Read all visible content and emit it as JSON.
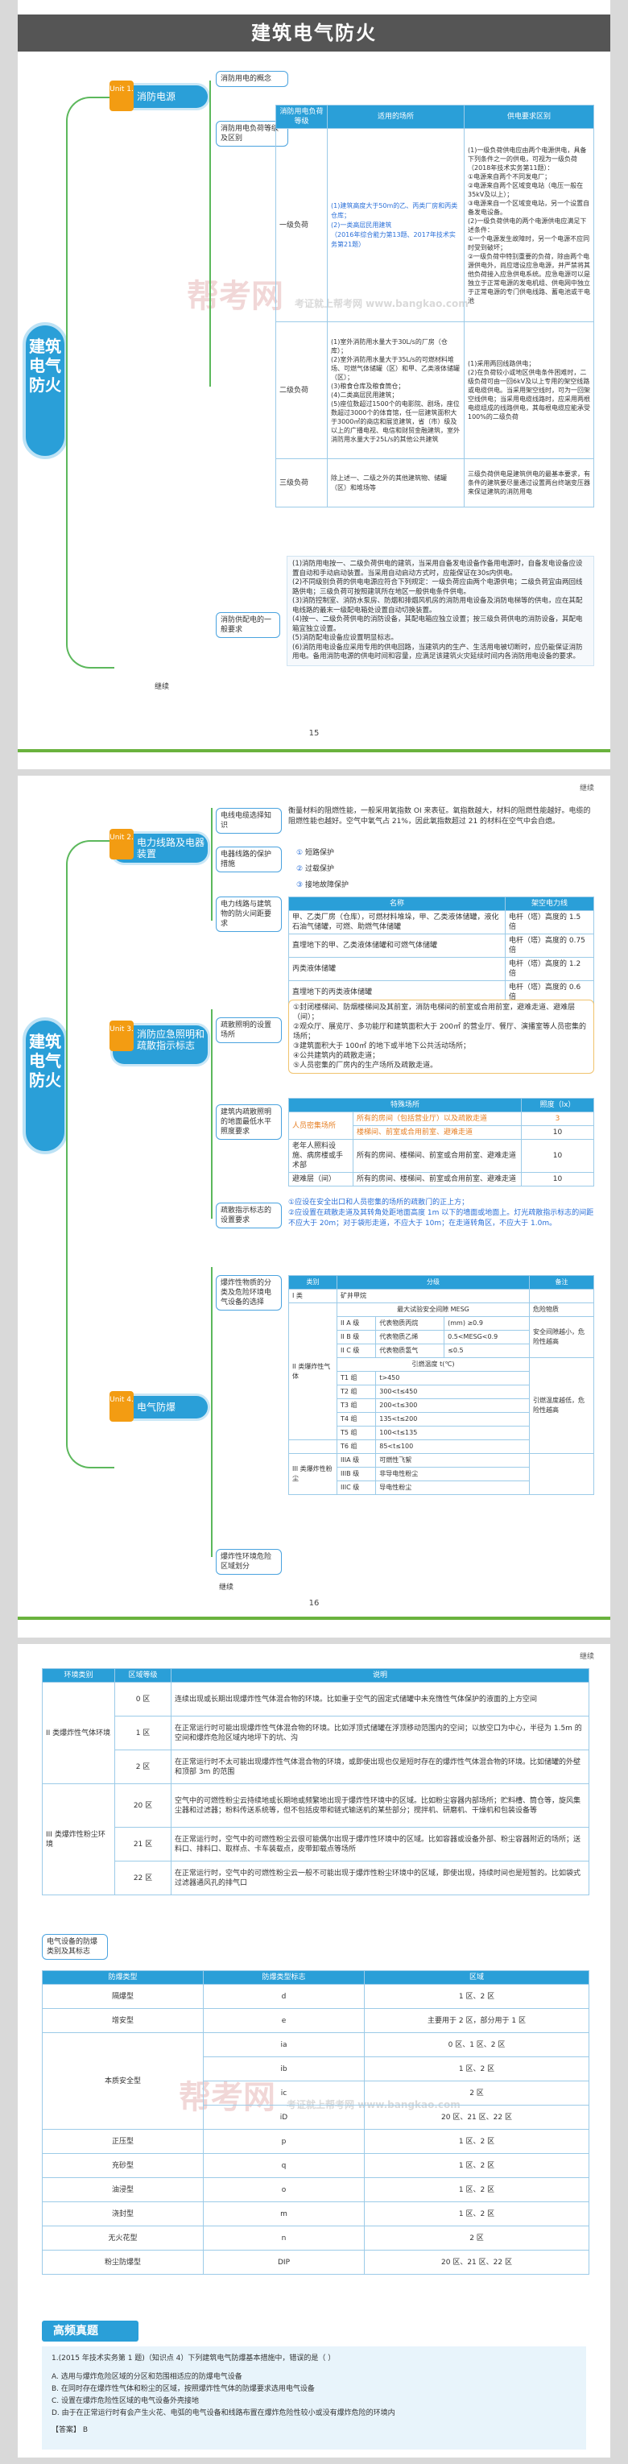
{
  "page1": {
    "title": "建筑电气防火",
    "category": "建筑电气防火",
    "node1": {
      "num": "Unit 1.",
      "label": "消防电源"
    },
    "sub1": "消防用电的概念",
    "sub2": "消防用电负荷等级及区别",
    "table_headers": [
      "消防用电负荷等级",
      "适用的场所",
      "供电要求区别"
    ],
    "rows": [
      {
        "level": "一级负荷",
        "places": "(1)建筑高度大于50m的乙、丙类厂房和丙类仓库；\n(2)一类高层民用建筑\n（2016年综合能力第13题、2017年技术实务第21题）",
        "req": "(1)一级负荷供电应由两个电源供电，具备下列条件之一的供电，可视为一级负荷（2018年技术实务第11题）：\n①电源来自两个不同发电厂；\n②电源来自两个区域变电站（电压一般在35kV及以上）；\n③电源来自一个区域变电站，另一个设置自备发电设备。\n(2)一级负荷供电的两个电源供电应满足下述条件：\n①一个电源发生故障时，另一个电源不应同时受到破坏；\n②一级负荷中特别重要的负荷，除由两个电源供电外，尚应增设应急电源，并严禁将其他负荷接入应急供电系统。应急电源可以是独立于正常电源的发电机组、供电网中独立于正常电源的专门供电线路、蓄电池或干电池"
      },
      {
        "level": "二级负荷",
        "places": "(1)室外消防用水量大于30L/s的厂房（仓库）；\n(2)室外消防用水量大于35L/s的可燃材料堆场、可燃气体储罐（区）和甲、乙类液体储罐（区）；\n(3)粮食仓库及粮食筒仓；\n(4)二类高层民用建筑；\n(5)座位数超过1500个的电影院、剧场，座位数超过3000个的体育馆，任一层建筑面积大于3000㎡的商店和展览建筑，省（市）级及以上的广播电视、电信和财贸金融建筑，室外消防用水量大于25L/s的其他公共建筑",
        "req": "(1)采用两回线路供电；\n(2)在负荷较小或地区供电条件困难时，二级负荷可由一回6kV及以上专用的架空线路或电缆供电。当采用架空线时，可为一回架空线供电；当采用电缆线路时，应采用两根电缆组成的线路供电，其每根电缆应能承受100%的二级负荷"
      },
      {
        "level": "三级负荷",
        "places": "除上述一、二级之外的其他建筑物、储罐（区）和堆场等",
        "req": "三级负荷供电是建筑供电的最基本要求，有条件的建筑要尽量通过设置两台终端变压器来保证建筑的消防用电"
      }
    ],
    "sub3": "消防供配电的一般要求",
    "notes": "(1)消防用电按一、二级负荷供电的建筑，当采用自备发电设备作备用电源时，自备发电设备应设置自动和手动启动装置。当采用自动启动方式时，应能保证在30s内供电。\n(2)不同级别负荷的供电电源应符合下列规定：一级负荷应由两个电源供电；二级负荷宜由两回线路供电；三级负荷可按照建筑所在地区一般供电条件供电。\n(3)消防控制室、消防水泵房、防烟和排烟风机房的消防用电设备及消防电梯等的供电，应在其配电线路的最末一级配电箱处设置自动切换装置。\n(4)按一、二级负荷供电的消防设备，其配电箱应独立设置；按三级负荷供电的消防设备，其配电箱宜独立设置。\n(5)消防配电设备应设置明显标志。\n(6)消防用电设备应采用专用的供电回路，当建筑内的生产、生活用电被切断时，应仍能保证消防用电。备用消防电源的供电时间和容量，应满足该建筑火灾延续时间内各消防用电设备的要求。",
    "end_label": "继续",
    "page_no": "15",
    "watermark": "帮考网",
    "watermark_sub": "考证就上帮考网 www.bangkao.com"
  },
  "page2": {
    "header_right": "继续",
    "category": "建筑电气防火",
    "node2": {
      "num": "Unit 2.",
      "label": "电力线路及电器装置"
    },
    "node3": {
      "num": "Unit 3.",
      "label": "消防应急照明和疏散指示标志"
    },
    "node4": {
      "num": "Unit 4.",
      "label": "电气防爆"
    },
    "b1": "电线电缆选择知识",
    "b1_text": "衡量材料的阻燃性能，一般采用氧指数 OI 来表征。氧指数越大，材料的阻燃性能越好。电缆的阻燃性能也越好。空气中氧气占 21%，因此氧指数超过 21 的材料在空气中会自熄。",
    "b2": "电器线路的保护措施",
    "b2_items": [
      "短路保护",
      "过载保护",
      "接地故障保护"
    ],
    "b3": "电力线路与建筑物的防火间距要求",
    "dist_headers": [
      "名称",
      "架空电力线"
    ],
    "dist_rows": [
      {
        "name": "甲、乙类厂房（仓库），可燃材料堆垛，甲、乙类液体储罐，液化石油气储罐，可燃、助燃气体储罐",
        "val": "电杆（塔）高度的 1.5 倍"
      },
      {
        "name": "直埋地下的甲、乙类液体储罐和可燃气体储罐",
        "val": "电杆（塔）高度的 0.75 倍"
      },
      {
        "name": "丙类液体储罐",
        "val": "电杆（塔）高度的 1.2 倍"
      },
      {
        "name": "直埋地下的丙类液体储罐",
        "val": "电杆（塔）高度的 0.6 倍"
      }
    ],
    "e1": "疏散照明的设置场所",
    "e1_text": "①封闭楼梯间、防烟楼梯间及其前室，消防电梯间的前室或合用前室，避难走道、避难层（间）；\n②观众厅、展览厅、多功能厅和建筑面积大于 200㎡ 的营业厅、餐厅、演播室等人员密集的场所；\n③建筑面积大于 100㎡ 的地下或半地下公共活动场所；\n④公共建筑内的疏散走道；\n⑤人员密集的厂房内的生产场所及疏散走道。",
    "e2": "建筑内疏散照明的地面最低水平照度要求",
    "illum_headers": [
      "特殊场所",
      "照度（lx）"
    ],
    "illum_rows": [
      {
        "cat": "人员密集场所",
        "place": "所有的房间（包括营业厅）以及疏散走道",
        "val": "3"
      },
      {
        "cat": "",
        "place": "楼梯间、前室或合用前室、避难走道",
        "val": "10"
      },
      {
        "cat": "老年人照料设施、病房楼或手术部",
        "place": "所有的房间、楼梯间、前室或合用前室、避难走道",
        "val": "10"
      },
      {
        "cat": "避难层（间）",
        "place": "所有的房间、楼梯间、前室或合用前室、避难走道",
        "val": "10"
      }
    ],
    "e3": "疏散指示标志的设置要求",
    "e3_text": "①应设在安全出口和人员密集的场所的疏散门的正上方；\n②应设置在疏散走道及其转角处距地面高度 1m 以下的墙面或地面上。灯光疏散指示标志的间距不应大于 20m；对于袋形走道，不应大于 10m；在走道转角区，不应大于 1.0m。",
    "x1": "爆炸性物质的分类及危险环境电气设备的选择",
    "x2": "爆炸性环境危险区域划分",
    "cls_headers": [
      "类别",
      "分级",
      "备注"
    ],
    "class1": "I 类",
    "class1_val": "矿井甲烷",
    "class2": "II 类爆炸性气体",
    "class2_rows": [
      {
        "g": "II A 级",
        "d": "代表物质丙烷",
        "v": "(mm) ≥0.9"
      },
      {
        "g": "II B 级",
        "d": "代表物质乙烯",
        "v": "0.5<MESG<0.9"
      },
      {
        "g": "II C 级",
        "d": "代表物质氢气",
        "v": "≤0.5"
      }
    ],
    "class2_note": "最大试验安全间隙 MESG",
    "temp_note": "引燃温度 t(℃)",
    "temp_rows": [
      {
        "g": "T1 组",
        "v": "t>450"
      },
      {
        "g": "T2 组",
        "v": "300<t≤450"
      },
      {
        "g": "T3 组",
        "v": "200<t≤300"
      },
      {
        "g": "T4 组",
        "v": "135<t≤200"
      },
      {
        "g": "T5 组",
        "v": "100<t≤135"
      },
      {
        "g": "T6 组",
        "v": "85<t≤100"
      }
    ],
    "class3": "III 类爆炸性粉尘",
    "class3_rows": [
      "IIIA 级",
      "IIIB 级",
      "IIIC 级"
    ],
    "class3_desc": [
      "可燃性飞絮",
      "非导电性粉尘",
      "导电性粉尘"
    ],
    "remark1": "危险物质",
    "remark2": "安全间隙越小，危险性越高",
    "remark3": "引燃温度越低，危险性越高",
    "end_label": "继续",
    "page_no": "16"
  },
  "page3": {
    "header_right": "继续",
    "zone_headers": [
      "环境类别",
      "区域等级",
      "说明"
    ],
    "zones": [
      {
        "env": "II 类爆炸性气体环境",
        "grade": "0 区",
        "desc": "连续出现或长期出现爆炸性气体混合物的环境。比如重于空气的固定式储罐中未充惰性气体保护的液面的上方空间"
      },
      {
        "env": "",
        "grade": "1 区",
        "desc": "在正常运行时可能出现爆炸性气体混合物的环境。比如浮顶式储罐在浮顶移动范围内的空间；以放空口为中心，半径为 1.5m 的空间和爆炸危险区域内地坪下的坑、沟"
      },
      {
        "env": "",
        "grade": "2 区",
        "desc": "在正常运行时不太可能出现爆炸性气体混合物的环境，或即使出现也仅是短时存在的爆炸性气体混合物的环境。比如储罐的外壁和顶部 3m 的范围"
      },
      {
        "env": "III 类爆炸性粉尘环境",
        "grade": "20 区",
        "desc": "空气中的可燃性粉尘云持续地或长期地或频繁地出现于爆炸性环境中的区域。比如粉尘容器内部场所；贮料槽、筒仓等，旋风集尘器和过滤器；粉料传送系统等，但不包括皮带和链式输送机的某些部分；搅拌机、研磨机、干燥机和包装设备等"
      },
      {
        "env": "",
        "grade": "21 区",
        "desc": "在正常运行时，空气中的可燃性粉尘云很可能偶尔出现于爆炸性环境中的区域。比如容器或设备外部、粉尘容器附近的场所；送料口、排料口、取样点、卡车装载点，皮带卸载点等场所"
      },
      {
        "env": "",
        "grade": "22 区",
        "desc": "在正常运行时，空气中的可燃性粉尘云一般不可能出现于爆炸性粉尘环境中的区域，即使出现，持续时间也是短暂的。比如袋式过滤器通风孔的排气口"
      }
    ],
    "equip_label": "电气设备的防爆类别及其标志",
    "equip_headers": [
      "防爆类型",
      "防爆类型标志",
      "区域"
    ],
    "equip_rows": [
      {
        "type": "隔爆型",
        "mark": "d",
        "zone": "1 区、2 区"
      },
      {
        "type": "增安型",
        "mark": "e",
        "zone": "主要用于 2 区，部分用于 1 区"
      },
      {
        "type": "本质安全型",
        "mark": "ia",
        "zone": "0 区、1 区、2 区"
      },
      {
        "type": "",
        "mark": "ib",
        "zone": "1 区、2 区"
      },
      {
        "type": "",
        "mark": "ic",
        "zone": "2 区"
      },
      {
        "type": "",
        "mark": "iD",
        "zone": "20 区、21 区、22 区"
      },
      {
        "type": "正压型",
        "mark": "p",
        "zone": "1 区、2 区"
      },
      {
        "type": "充砂型",
        "mark": "q",
        "zone": "1 区、2 区"
      },
      {
        "type": "油浸型",
        "mark": "o",
        "zone": "1 区、2 区"
      },
      {
        "type": "浇封型",
        "mark": "m",
        "zone": "1 区、2 区"
      },
      {
        "type": "无火花型",
        "mark": "n",
        "zone": "2 区"
      },
      {
        "type": "粉尘防爆型",
        "mark": "DIP",
        "zone": "20 区、21 区、22 区"
      }
    ],
    "gaopin": "高频真题",
    "quiz_q": "1.(2015 年技术实务第 1 题)（知识点 4）下列建筑电气防爆基本措施中，错误的是（  ）",
    "quiz_opts": [
      "A. 选用与爆炸危险区域的分区和范围相适应的防爆电气设备",
      "B. 在同时存在爆炸性气体和粉尘的区域，按照爆炸性气体的防爆要求选用电气设备",
      "C. 设置在爆炸危险性区域的电气设备外壳接地",
      "D. 由于在正常运行时有会产生火花、电弧的电气设备和线路布置在爆炸危险性较小或没有爆炸危险的环境内"
    ],
    "quiz_ans": "【答案】 B"
  }
}
